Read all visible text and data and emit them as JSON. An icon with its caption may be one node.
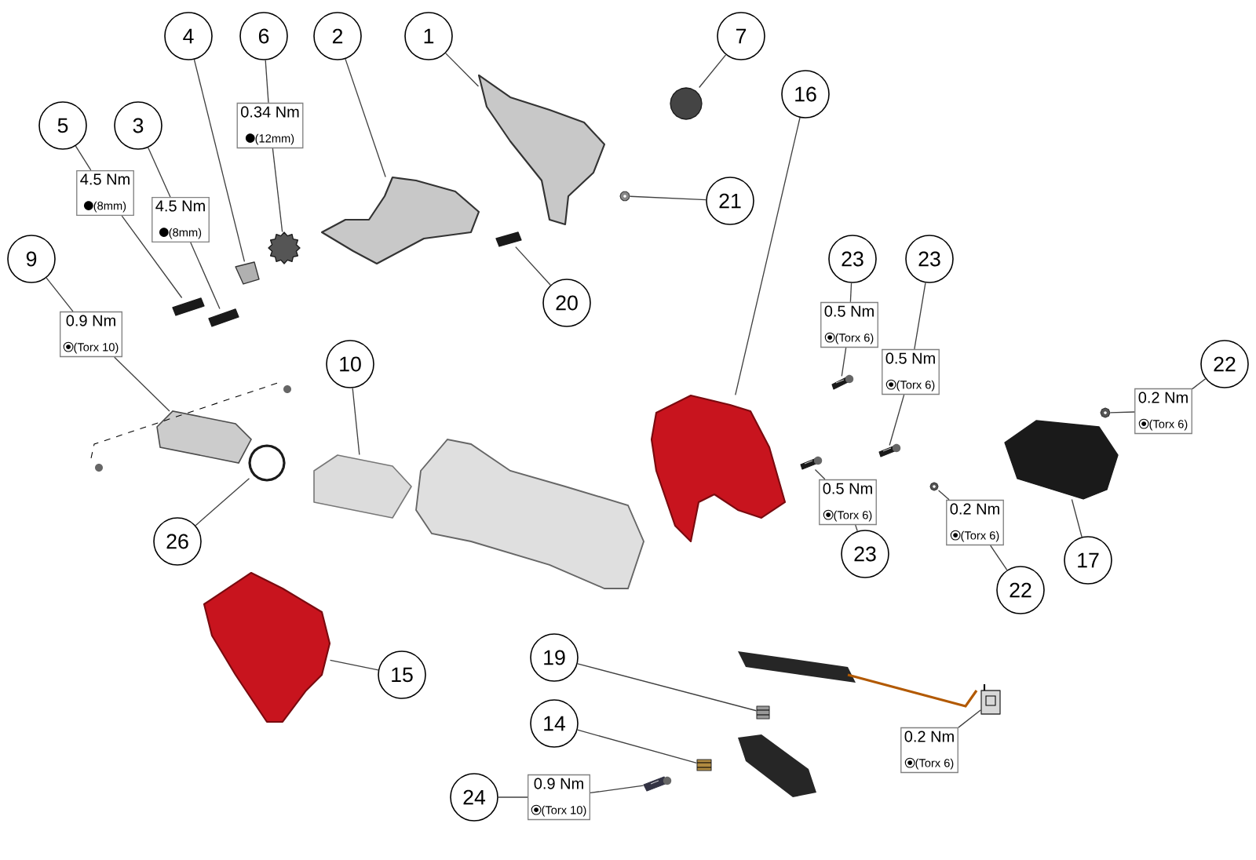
{
  "diagram": {
    "nodes": [
      {
        "text": [
          "1"
        ]
      },
      {
        "text": [
          "2"
        ]
      },
      {
        "text": [
          "4"
        ]
      },
      {
        "text": [
          "6"
        ]
      },
      {
        "text": [
          "7"
        ]
      },
      {
        "text": [
          "5"
        ]
      },
      {
        "text": [
          "3"
        ]
      },
      {
        "text": [
          "16"
        ]
      },
      {
        "text": [
          "21"
        ]
      },
      {
        "text": [
          "9"
        ]
      },
      {
        "text": [
          "20"
        ]
      },
      {
        "text": [
          "23"
        ]
      },
      {
        "text": [
          "23"
        ]
      },
      {
        "text": [
          "22"
        ]
      },
      {
        "text": [
          "10"
        ]
      },
      {
        "text": [
          "26"
        ]
      },
      {
        "text": [
          "23"
        ]
      },
      {
        "text": [
          "22"
        ]
      },
      {
        "text": [
          "17"
        ]
      },
      {
        "text": [
          "15"
        ]
      },
      {
        "text": [
          "19"
        ]
      },
      {
        "text": [
          "14"
        ]
      },
      {
        "text": [
          "24"
        ]
      },
      {
        "text": [
          "0.34 Nm",
          "(12mm)"
        ]
      },
      {
        "text": [
          "4.5 Nm",
          "(8mm)"
        ]
      },
      {
        "text": [
          "4.5 Nm",
          "(8mm)"
        ]
      },
      {
        "text": [
          "0.9 Nm",
          "(Torx 10)"
        ]
      },
      {
        "text": [
          "0.5 Nm",
          "(Torx 6)"
        ]
      },
      {
        "text": [
          "0.5 Nm",
          "(Torx 6)"
        ]
      },
      {
        "text": [
          "0.2 Nm",
          "(Torx 6)"
        ]
      },
      {
        "text": [
          "0.5 Nm",
          "(Torx 6)"
        ]
      },
      {
        "text": [
          "0.2 Nm",
          "(Torx 6)"
        ]
      },
      {
        "text": [
          "0.2 Nm",
          "(Torx 6)"
        ]
      },
      {
        "text": [
          "0.9 Nm",
          "(Torx 10)"
        ]
      },
      {
        "text": [],
        "shape": "picture"
      },
      {
        "text": [],
        "shape": "picture"
      },
      {
        "text": [],
        "shape": "picture"
      },
      {
        "text": [],
        "shape": "picture"
      },
      {
        "text": [],
        "shape": "picture"
      },
      {
        "text": [],
        "shape": "picture"
      },
      {
        "text": [],
        "shape": "picture"
      },
      {
        "text": [],
        "shape": "picture"
      },
      {
        "text": [],
        "shape": "picture"
      },
      {
        "text": [],
        "shape": "picture"
      },
      {
        "text": [],
        "shape": "picture"
      },
      {
        "text": [],
        "shape": "picture"
      },
      {
        "text": [],
        "shape": "picture"
      },
      {
        "text": [],
        "shape": "picture"
      },
      {
        "text": [],
        "shape": "picture"
      },
      {
        "text": [],
        "shape": "picture"
      },
      {
        "text": [],
        "shape": "picture"
      },
      {
        "text": [],
        "shape": "picture"
      },
      {
        "text": [],
        "shape": "picture"
      },
      {
        "text": [],
        "shape": "picture"
      },
      {
        "text": [],
        "shape": "picture"
      },
      {
        "text": [],
        "shape": "picture"
      },
      {
        "text": [],
        "shape": "picture"
      }
    ],
    "edges": [
      {
        "from": 0,
        "to": 34,
        "arrow": "none"
      },
      {
        "from": 1,
        "to": 35,
        "arrow": "none"
      },
      {
        "from": 2,
        "to": 36,
        "arrow": "none"
      },
      {
        "from": 3,
        "to": 23,
        "arrow": "none"
      },
      {
        "from": 23,
        "to": 37,
        "arrow": "none"
      },
      {
        "from": 4,
        "to": 38,
        "arrow": "none"
      },
      {
        "from": 5,
        "to": 24,
        "arrow": "none"
      },
      {
        "from": 24,
        "to": 39,
        "arrow": "none"
      },
      {
        "from": 6,
        "to": 25,
        "arrow": "none"
      },
      {
        "from": 25,
        "to": 40,
        "arrow": "none"
      },
      {
        "from": 7,
        "to": 43,
        "arrow": "none"
      },
      {
        "from": 8,
        "to": 41,
        "arrow": "none"
      },
      {
        "from": 9,
        "to": 26,
        "arrow": "none"
      },
      {
        "from": 26,
        "to": null,
        "arrow": "none"
      },
      {
        "from": 10,
        "to": 42,
        "arrow": "none"
      },
      {
        "from": 11,
        "to": 27,
        "arrow": "none"
      },
      {
        "from": 27,
        "to": 44,
        "arrow": "none"
      },
      {
        "from": 12,
        "to": 28,
        "arrow": "none"
      },
      {
        "from": 28,
        "to": 45,
        "arrow": "none"
      },
      {
        "from": 13,
        "to": 29,
        "arrow": "none"
      },
      {
        "from": 29,
        "to": 46,
        "arrow": "none"
      },
      {
        "from": 14,
        "to": 47,
        "arrow": "none"
      },
      {
        "from": 15,
        "to": 48,
        "arrow": "none"
      },
      {
        "from": 16,
        "to": 30,
        "arrow": "none"
      },
      {
        "from": 30,
        "to": 49,
        "arrow": "none"
      },
      {
        "from": 17,
        "to": 31,
        "arrow": "none"
      },
      {
        "from": 31,
        "to": 50,
        "arrow": "none"
      },
      {
        "from": 18,
        "to": 51,
        "arrow": "none"
      },
      {
        "from": 19,
        "to": 52,
        "arrow": "none"
      },
      {
        "from": 20,
        "to": 53,
        "arrow": "none"
      },
      {
        "from": 21,
        "to": 54,
        "arrow": "none"
      },
      {
        "from": 32,
        "to": 55,
        "arrow": "none"
      },
      {
        "from": 22,
        "to": 33,
        "arrow": "none"
      },
      {
        "from": 33,
        "to": 56,
        "arrow": "none"
      }
    ]
  }
}
